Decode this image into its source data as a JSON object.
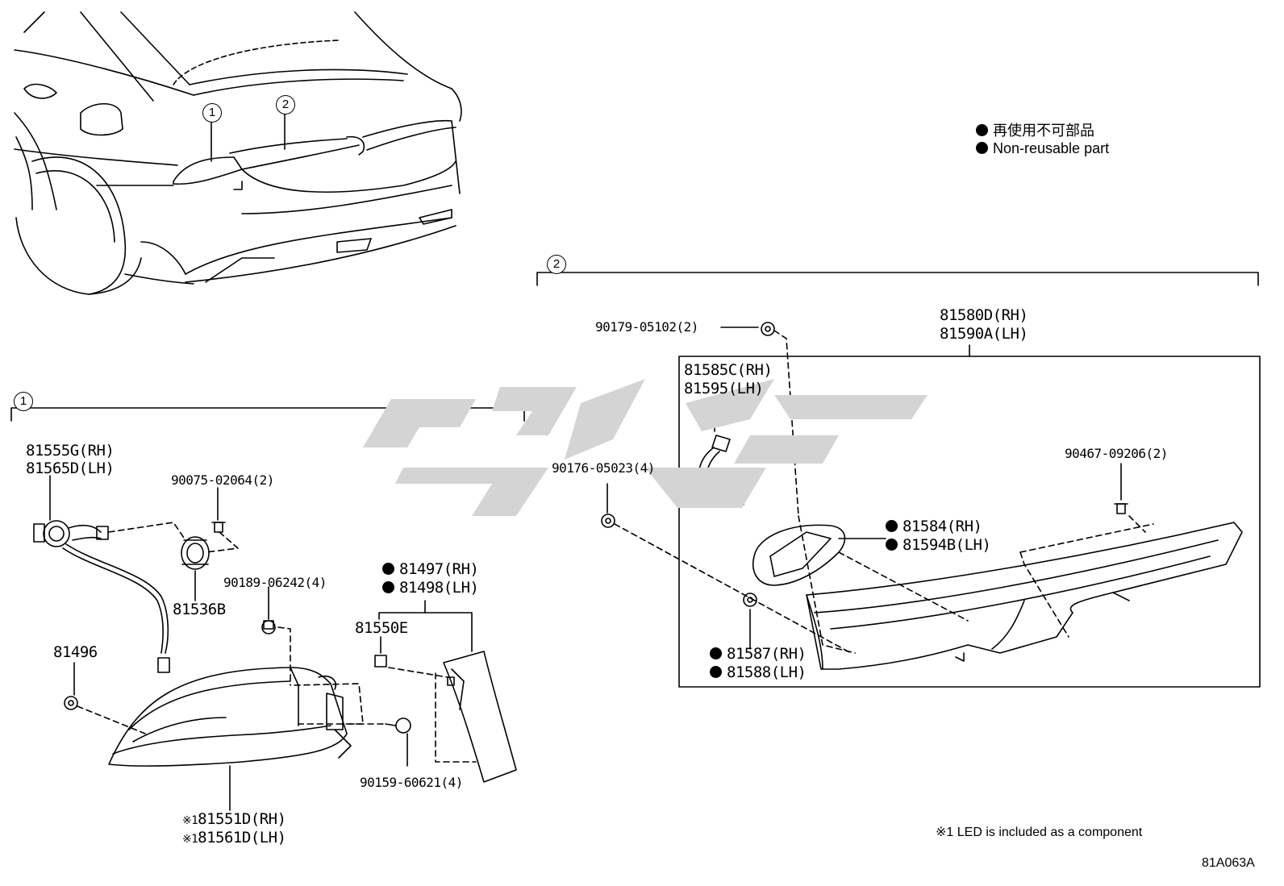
{
  "legend": {
    "bullet_label_jp": "再使用不可部品",
    "bullet_label_en": "Non-reusable part"
  },
  "callouts": {
    "one": "1",
    "two": "2"
  },
  "section1": {
    "parts": {
      "p81555": [
        "81555G(RH)",
        "81565D(LH)"
      ],
      "p90075": "90075-02064(2)",
      "p81536": "81536B",
      "p90189": "90189-06242(4)",
      "p81497": [
        "81497(RH)",
        "81498(LH)"
      ],
      "p81550": "81550E",
      "p81496": "81496",
      "p90159": "90159-60621(4)",
      "p81551": [
        "81551D(RH)",
        "81561D(LH)"
      ],
      "note_mark": "※1"
    }
  },
  "section2": {
    "parts": {
      "p90179": "90179-05102(2)",
      "p81580": [
        "81580D(RH)",
        "81590A(LH)"
      ],
      "p81585": [
        "81585C(RH)",
        "81595(LH)"
      ],
      "p90176": "90176-05023(4)",
      "p90467": "90467-09206(2)",
      "p81584": [
        "81584(RH)",
        "81594B(LH)"
      ],
      "p81587": [
        "81587(RH)",
        "81588(LH)"
      ]
    }
  },
  "footnote": "※1 LED is included as a component",
  "diagram_code": "81A063A"
}
